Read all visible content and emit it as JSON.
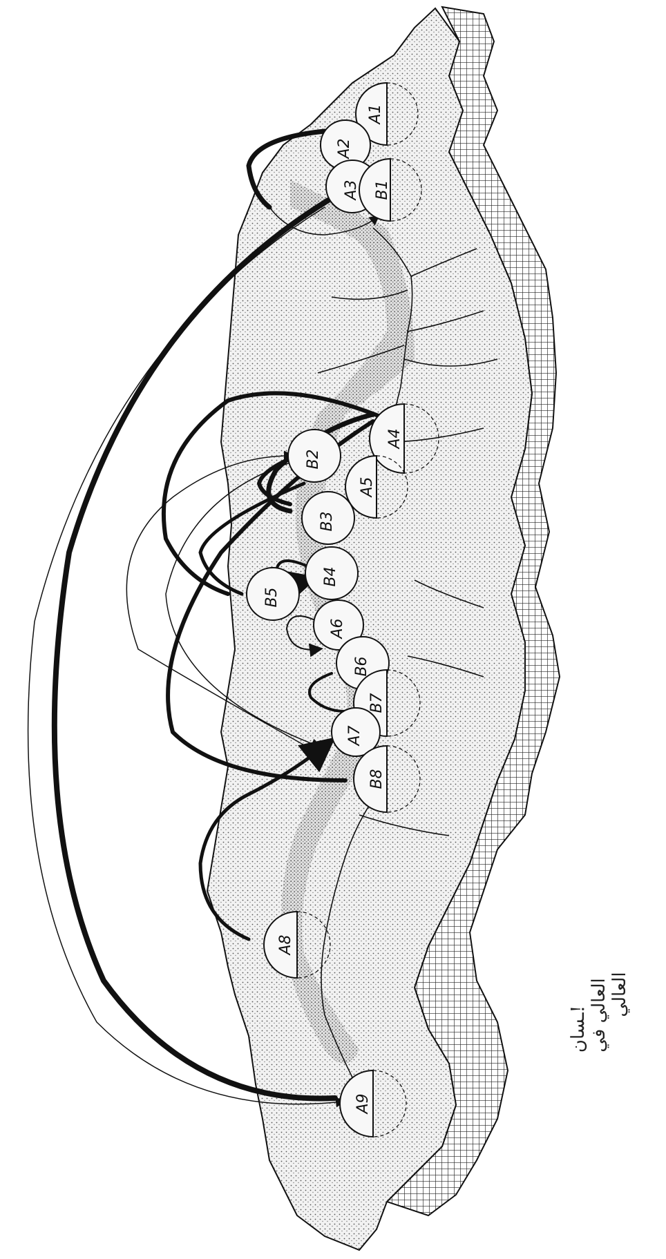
{
  "figure": {
    "sites": [
      {
        "id": "A1",
        "label": "A1"
      },
      {
        "id": "A2",
        "label": "A2"
      },
      {
        "id": "A3",
        "label": "A3"
      },
      {
        "id": "B1",
        "label": "B1"
      },
      {
        "id": "A4",
        "label": "A4"
      },
      {
        "id": "A5",
        "label": "A5"
      },
      {
        "id": "B2",
        "label": "B2"
      },
      {
        "id": "B3",
        "label": "B3"
      },
      {
        "id": "B4",
        "label": "B4"
      },
      {
        "id": "B5",
        "label": "B5"
      },
      {
        "id": "A6",
        "label": "A6"
      },
      {
        "id": "B6",
        "label": "B6"
      },
      {
        "id": "B7",
        "label": "B7"
      },
      {
        "id": "A7",
        "label": "A7"
      },
      {
        "id": "B8",
        "label": "B8"
      },
      {
        "id": "A8",
        "label": "A8"
      },
      {
        "id": "A9",
        "label": "A9"
      }
    ],
    "flows": [
      {
        "from": "A2",
        "to": "A3",
        "weight": "heavy"
      },
      {
        "from": "A3",
        "to": "B1",
        "weight": "thin"
      },
      {
        "from": "A3",
        "to": "A9",
        "weight": "heavy"
      },
      {
        "from": "A4",
        "to": "B2",
        "weight": "heavy"
      },
      {
        "from": "A4",
        "to": "B8",
        "weight": "heavy"
      },
      {
        "from": "A4",
        "to": "B3",
        "weight": "heavy"
      },
      {
        "from": "B2",
        "to": "B3",
        "weight": "heavy"
      },
      {
        "from": "B2",
        "to": "B5",
        "weight": "heavy"
      },
      {
        "from": "B2",
        "to": "A7",
        "weight": "thin"
      },
      {
        "from": "B4",
        "to": "B4",
        "weight": "medium"
      },
      {
        "from": "A6",
        "to": "A6",
        "weight": "thin"
      },
      {
        "from": "B6",
        "to": "B7",
        "weight": "medium"
      },
      {
        "from": "B8",
        "to": "B2",
        "weight": "thin"
      },
      {
        "from": "A8",
        "to": "A7",
        "weight": "heavy"
      },
      {
        "from": "A3",
        "to": "A9",
        "weight": "thin"
      }
    ],
    "caption_lines": [
      "العالي",
      "العالي في",
      "ـسان!"
    ],
    "colors": {
      "ink": "#111111",
      "stipple": "#6b6b6b",
      "paper": "#ffffff",
      "land": "#e6e6e6"
    }
  }
}
